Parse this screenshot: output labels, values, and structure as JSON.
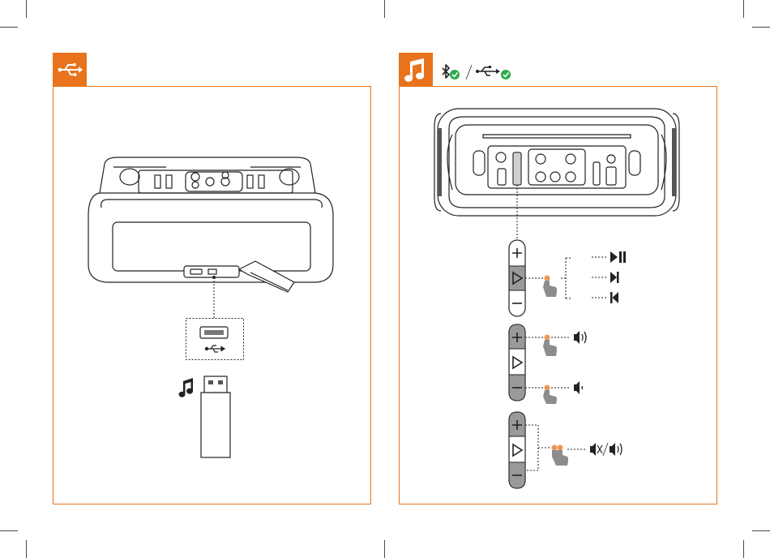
{
  "colors": {
    "accent": "#e8731c",
    "check": "#2eab4b",
    "finger": "#8c8c8c",
    "button_fill": "#9a9a9a",
    "line": "#222222"
  },
  "icons": {
    "left_badge": "usb-icon",
    "right_badge": "music-note-icon",
    "sources": [
      "bluetooth-check-icon",
      "usb-check-icon"
    ],
    "usb_port": "usb-icon",
    "usb_stick_note": "music-note-icon",
    "control_groups": [
      {
        "name": "playback",
        "buttons": [
          "plus",
          "play",
          "minus"
        ],
        "press": "play",
        "results": [
          "play-pause-icon",
          "next-track-icon",
          "previous-track-icon"
        ]
      },
      {
        "name": "volume",
        "buttons": [
          "plus",
          "play",
          "minus"
        ],
        "press": "plus-or-minus",
        "results": [
          "volume-up-icon",
          "volume-down-icon"
        ]
      },
      {
        "name": "mute",
        "buttons": [
          "plus",
          "play",
          "minus"
        ],
        "press": "plus-and-minus",
        "results": [
          "mute-icon",
          "unmute-icon"
        ]
      }
    ]
  }
}
